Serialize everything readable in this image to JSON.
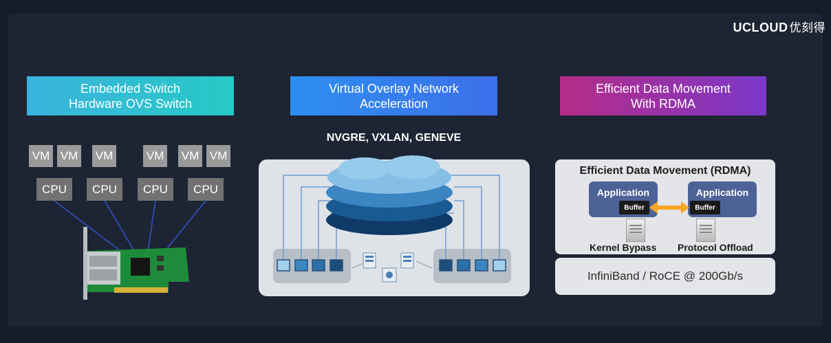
{
  "brand": {
    "name": "UCLOUD",
    "name_cn": "优刻得"
  },
  "headers": [
    {
      "line1": "Embedded Switch",
      "line2": "Hardware OVS Switch"
    },
    {
      "line1": "Virtual Overlay Network",
      "line2": "Acceleration"
    },
    {
      "line1": "Efficient Data Movement",
      "line2": "With RDMA"
    }
  ],
  "panel1": {
    "vm_label": "VM",
    "cpu_label": "CPU"
  },
  "panel2": {
    "protocols": "NVGRE, VXLAN, GENEVE"
  },
  "panel3": {
    "title": "Efficient Data Movement (RDMA)",
    "app_left": "Application",
    "app_right": "Application",
    "buffer_left": "Buffer",
    "buffer_right": "Buffer",
    "caption_left": "Kernel Bypass",
    "caption_right": "Protocol Offload",
    "interconnect": "InfiniBand / RoCE @ 200Gb/s"
  },
  "colors": {
    "background": "#151b28",
    "header1": "#3ab3dd",
    "header2": "#2e8ff0",
    "header3": "#9b33a8",
    "vm": "#9a9a9a",
    "cpu": "#727272",
    "app_box": "#4d6296",
    "arrow": "#f5a623"
  }
}
